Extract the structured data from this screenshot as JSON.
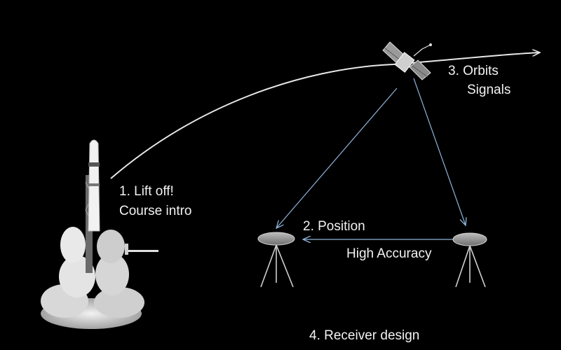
{
  "labels": {
    "liftoff": "1. Lift off!",
    "course_intro": "Course intro",
    "position": "2. Position",
    "high_accuracy": "High Accuracy",
    "orbits": "3. Orbits",
    "signals": "Signals",
    "receiver_design": "4. Receiver design"
  },
  "colors": {
    "background": "#000000",
    "trajectory": "#e8e8e8",
    "signal_lines": "#8fb3d9",
    "text": "#f2f2f2"
  }
}
